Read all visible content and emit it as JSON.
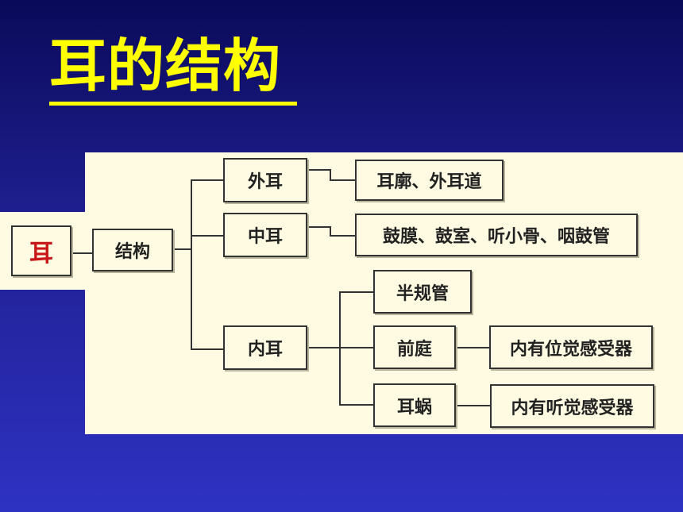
{
  "title": "耳的结构",
  "diagram": {
    "root": "耳",
    "level1": "结构",
    "outer_ear": {
      "label": "外耳",
      "parts": "耳廓、外耳道"
    },
    "middle_ear": {
      "label": "中耳",
      "parts": "鼓膜、鼓室、听小骨、咽鼓管"
    },
    "inner_ear": {
      "label": "内耳",
      "semicircular": {
        "label": "半规管"
      },
      "vestibule": {
        "label": "前庭",
        "note": "内有位觉感受器"
      },
      "cochlea": {
        "label": "耳蜗",
        "note": "内有听觉感受器"
      }
    }
  },
  "colors": {
    "background_top": "#0a0a5a",
    "background_bottom": "#2e32c2",
    "title": "#ffff00",
    "panel": "#fffbe3",
    "root_text": "#c81818"
  }
}
